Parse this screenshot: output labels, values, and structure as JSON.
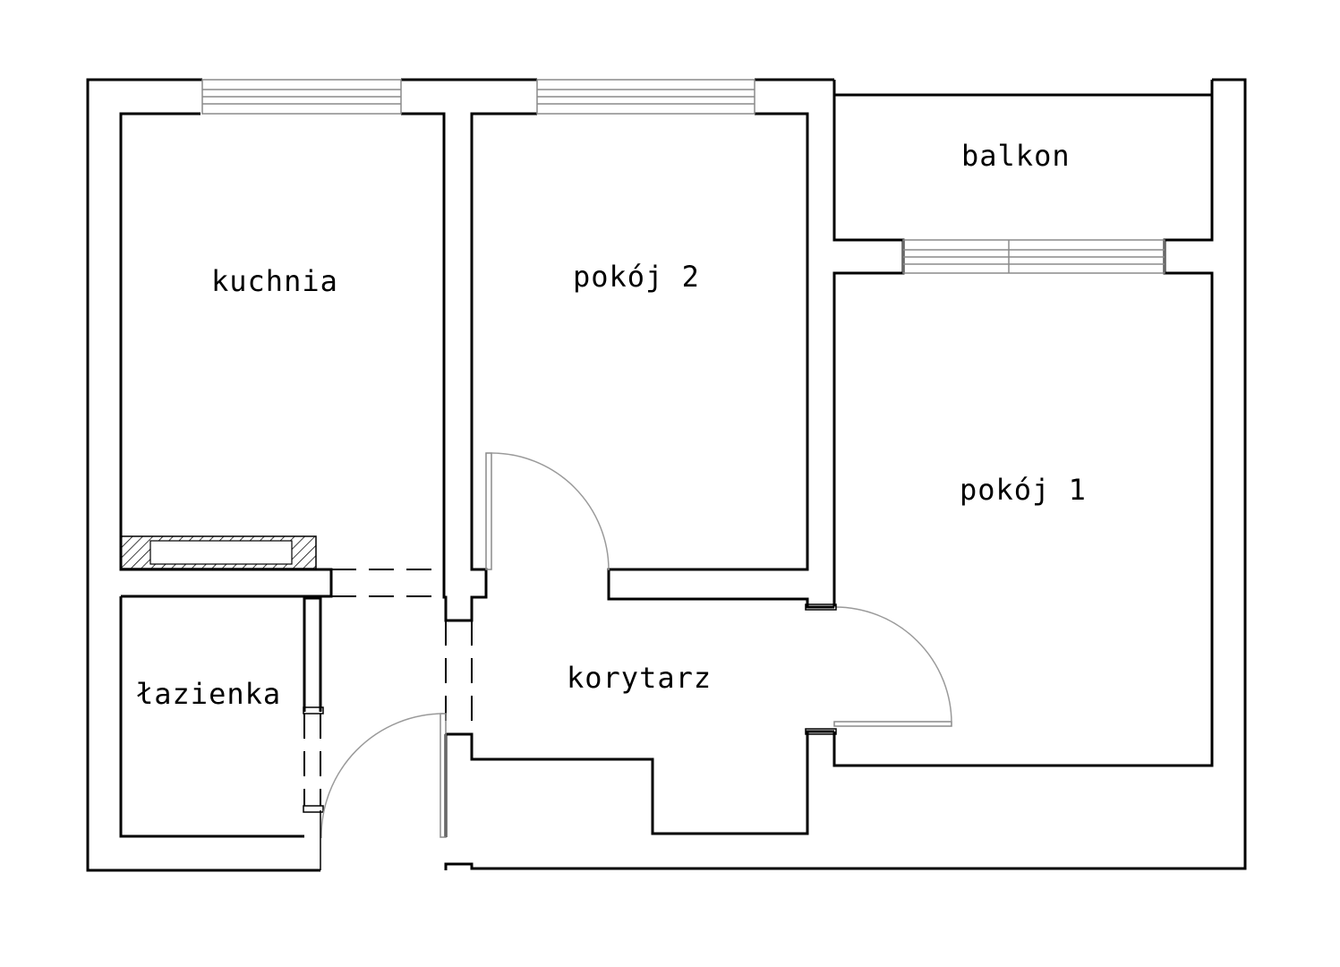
{
  "floor_plan": {
    "rooms": {
      "kitchen": "kuchnia",
      "room2": "pokój 2",
      "balcony": "balkon",
      "room1": "pokój 1",
      "bathroom": "łazienka",
      "hallway": "korytarz"
    },
    "colors": {
      "wall": "#000000",
      "window": "#8a8a8a",
      "door": "#9a9a9a",
      "background": "#ffffff"
    }
  }
}
